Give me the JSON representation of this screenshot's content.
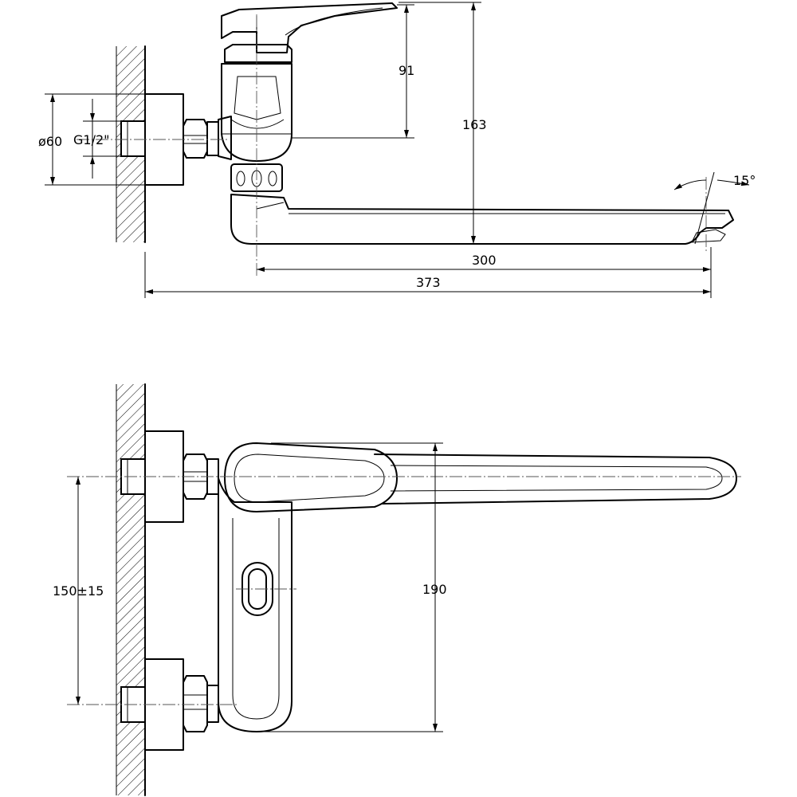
{
  "side_view": {
    "dim_91": "91",
    "dim_163": "163",
    "dim_diameter": "ø60",
    "dim_thread": "G1/2\"",
    "dim_300": "300",
    "dim_373": "373",
    "dim_angle": "15°"
  },
  "top_view": {
    "dim_150": "150±15",
    "dim_190": "190"
  }
}
